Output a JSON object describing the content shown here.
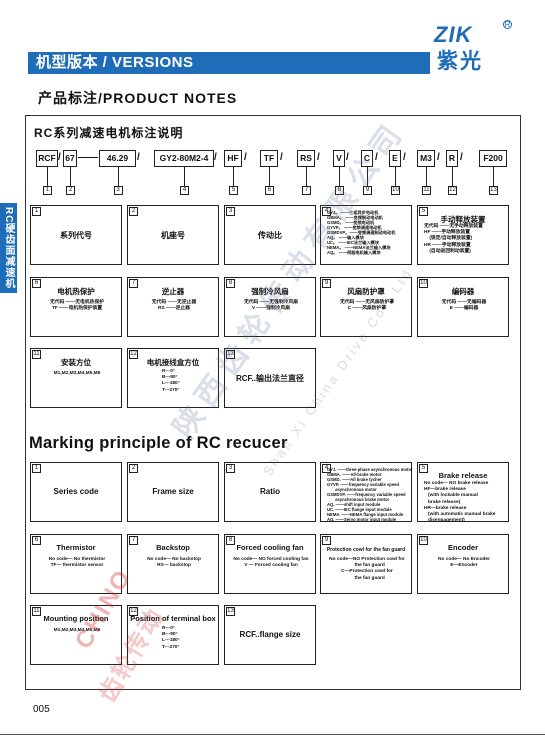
{
  "header": {
    "title": "机型版本 / VERSIONS",
    "logo_mark": "ZIK",
    "logo_cn": "紫光",
    "logo_reg": "R"
  },
  "product_notes": "产品标注/PRODUCT NOTES",
  "side_tab": "RC硬齿面减速机",
  "section_cn_title": "RC系列减速电机标注说明",
  "codes": [
    "RCF",
    "67",
    "46.29",
    "GY2-80M2-4",
    "HF",
    "TF",
    "RS",
    "V",
    "C",
    "E",
    "M3",
    "R",
    "F200"
  ],
  "separator": "—",
  "code_numbers": [
    "1",
    "2",
    "3",
    "4",
    "5",
    "6",
    "7",
    "8",
    "9",
    "10",
    "11",
    "12",
    "13"
  ],
  "cn_cells": [
    {
      "n": "1",
      "title": "系列代号",
      "body": []
    },
    {
      "n": "2",
      "title": "机座号",
      "body": []
    },
    {
      "n": "3",
      "title": "传动比",
      "body": []
    },
    {
      "n": "4",
      "title": "",
      "body": [
        "GYJ。 ——三相异步电动机",
        "GBMA。 ——变频制动电动机",
        "GSMD。 ——变频电动机",
        "GYVP。 ——变频调速电动机",
        "GSMDVP。——变频调速制动电动机",
        "AQ。 ——输入模块",
        "UC。 ——IEC法兰输入模块",
        "NEMA。 ——NEMA法兰输入模块",
        "AQ。 ——伺服电机输入模块"
      ]
    },
    {
      "n": "5",
      "title": "手动释放装置",
      "body": [
        "无代码 ——无手动释放装置",
        "HF ——手动释放装置",
        "    (锁定/自动释放装置)",
        "HR ——手动释放装置",
        "    (自动返回制动装置)"
      ]
    },
    {
      "n": "6",
      "title": "电机热保护",
      "body": [
        "无代码 ——无电机热保护",
        "TF ——电机热保护装置"
      ]
    },
    {
      "n": "7",
      "title": "逆止器",
      "body": [
        "无代码 ——无逆止器",
        "RS ——逆止器"
      ]
    },
    {
      "n": "8",
      "title": "强制冷风扇",
      "body": [
        "无代码 ——无强制冷风扇",
        "V ——强制冷风扇"
      ]
    },
    {
      "n": "9",
      "title": "风扇防护罩",
      "body": [
        "无代码 ——无风扇防护罩",
        "C ——风扇防护罩"
      ]
    },
    {
      "n": "10",
      "title": "编码器",
      "body": [
        "无代码 ——无编码器",
        "E ——编码器"
      ]
    },
    {
      "n": "11",
      "title": "安装方位",
      "body": [
        "M1,M2,M3,M4,M5,M6"
      ]
    },
    {
      "n": "12",
      "title": "电机接线盒方位",
      "body": [
        "R---0°",
        "B---90°",
        "L---180°",
        "T---270°"
      ]
    },
    {
      "n": "13",
      "title": "RCF..输出法兰直径",
      "body": []
    }
  ],
  "marking_title": "Marking principle of RC recucer",
  "en_cells": [
    {
      "n": "1",
      "title": "Series code",
      "body": []
    },
    {
      "n": "2",
      "title": "Frame size",
      "body": []
    },
    {
      "n": "3",
      "title": "Ratio",
      "body": []
    },
    {
      "n": "4",
      "title": "",
      "body": [
        "GYJ. ——three-phase asynchronous motor",
        "GBMA. ——All-brake motor",
        "GSMD. ——All brake tycher",
        "GYVP. ——frequency variable speed",
        "       asynchronous motor",
        "GSMDVP. ——frequency variable speed",
        "       asynchronous brake motor",
        "AQ. ——shift input module",
        "UC. ——IEC flange input module",
        "NEMA. ——NEMA flange input module",
        "AQ. ——Servo motor input module"
      ]
    },
    {
      "n": "5",
      "title": "Brake release",
      "body": [
        "No code— NO brake release",
        "HF—brake release",
        "   (with lockable manual",
        "   brake release)",
        "HR—brake release",
        "   (with automatic manual brake",
        "   disengagement)"
      ]
    },
    {
      "n": "6",
      "title": "Thermistor",
      "body": [
        "No code— No thermistor",
        "TF— thermistor sensor"
      ]
    },
    {
      "n": "7",
      "title": "Backstop",
      "body": [
        "No code— No backstop",
        "RS— backstop"
      ]
    },
    {
      "n": "8",
      "title": "Forced cooling fan",
      "body": [
        "No code— NO forced cooling fan",
        "V — Forced cooling fan"
      ]
    },
    {
      "n": "9",
      "title": "Protection cowl for the fan guard",
      "body": [
        "No code—NO Protection cowl for",
        "    the fan guard",
        "C—Protection cowl for",
        "    the fan guard"
      ]
    },
    {
      "n": "10",
      "title": "Encoder",
      "body": [
        "No code— No Encoder",
        "E—Encoder"
      ]
    },
    {
      "n": "11",
      "title": "Mounting position",
      "body": [
        "M1,M2,M3,M4,M5,M6"
      ]
    },
    {
      "n": "12",
      "title": "Position of terminal box",
      "body": [
        "R---0°",
        "B---90°",
        "L---180°",
        "T---270°"
      ]
    },
    {
      "n": "13",
      "title": "RCF..flange size",
      "body": []
    }
  ],
  "watermark": "陕西齿轮传动有限公司",
  "watermark_en": "Shan Xi China Drive Co., Ltd",
  "watermark_red": "CHINO",
  "watermark_red2": "齿轮传动",
  "page_number": "005"
}
